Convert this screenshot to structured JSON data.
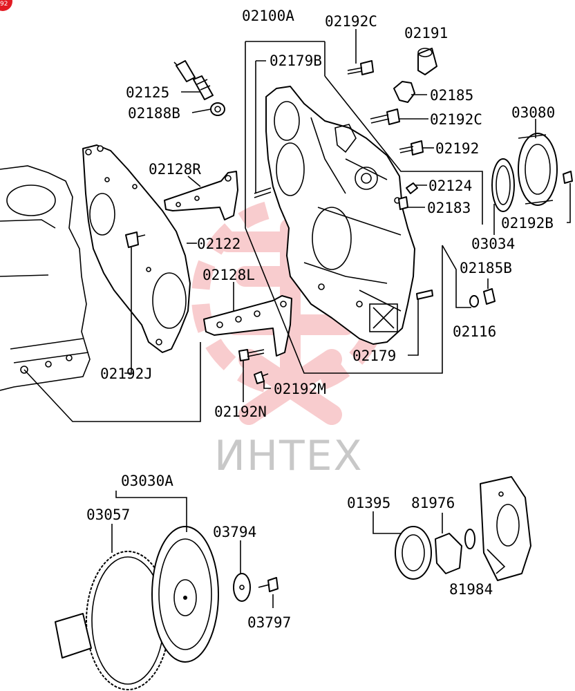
{
  "corner_badge": "92",
  "watermark": {
    "text": "ИНТЕХ",
    "color": "#e21b23"
  },
  "labels": {
    "p02100A": "02100A",
    "p02192C_top": "02192C",
    "p02191": "02191",
    "p02179B": "02179B",
    "p02125": "02125",
    "p02188B": "02188B",
    "p02185": "02185",
    "p02192C_mid": "02192C",
    "p03080": "03080",
    "p02192": "02192",
    "p02128R": "02128R",
    "p02124": "02124",
    "p02183": "02183",
    "p02192B": "02192B",
    "p02122": "02122",
    "p03034": "03034",
    "p02128L": "02128L",
    "p02185B": "02185B",
    "p02116": "02116",
    "p02179": "02179",
    "p02192J": "02192J",
    "p02192M": "02192M",
    "p02192N": "02192N",
    "p03030A": "03030A",
    "p03057": "03057",
    "p03794": "03794",
    "p03797": "03797",
    "p01395": "01395",
    "p81976": "81976",
    "p81984": "81984"
  },
  "icons": {
    "badge": "red-circle-badge",
    "watermark_logo": "red-gear-hieroglyph-logo"
  }
}
